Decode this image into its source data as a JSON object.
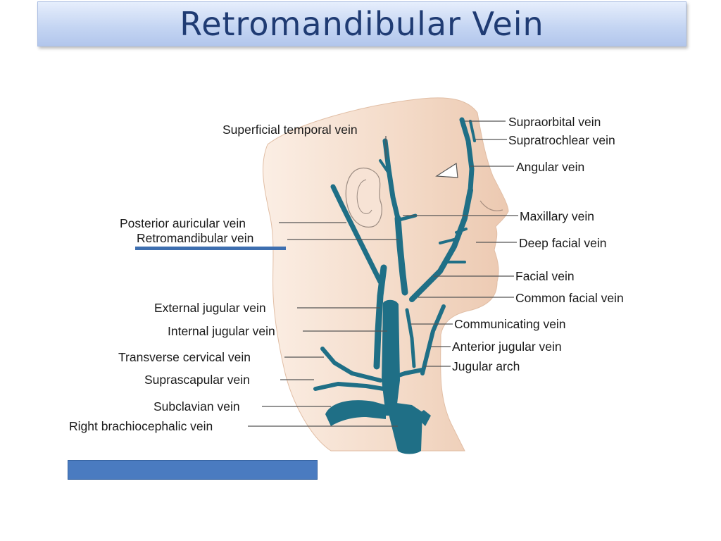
{
  "slide": {
    "title": "Retromandibular Vein"
  },
  "diagram": {
    "labels": {
      "superficial_temporal": "Superficial temporal vein",
      "supraorbital": "Supraorbital vein",
      "supratrochlear": "Supratrochlear vein",
      "angular": "Angular vein",
      "posterior_auricular": "Posterior auricular vein",
      "retromandibular": "Retromandibular vein",
      "maxillary": "Maxillary vein",
      "deep_facial": "Deep facial vein",
      "facial": "Facial vein",
      "common_facial": "Common facial vein",
      "external_jugular": "External jugular vein",
      "internal_jugular": "Internal jugular vein",
      "communicating": "Communicating vein",
      "transverse_cervical": "Transverse cervical vein",
      "anterior_jugular": "Anterior jugular vein",
      "jugular_arch": "Jugular arch",
      "suprascapular": "Suprascapular vein",
      "subclavian": "Subclavian vein",
      "right_brachiocephalic": "Right brachiocephalic vein"
    },
    "colors": {
      "vein": "#1f6f86",
      "skin": "#f2d7c4",
      "highlight": "#3e6fb0"
    }
  }
}
